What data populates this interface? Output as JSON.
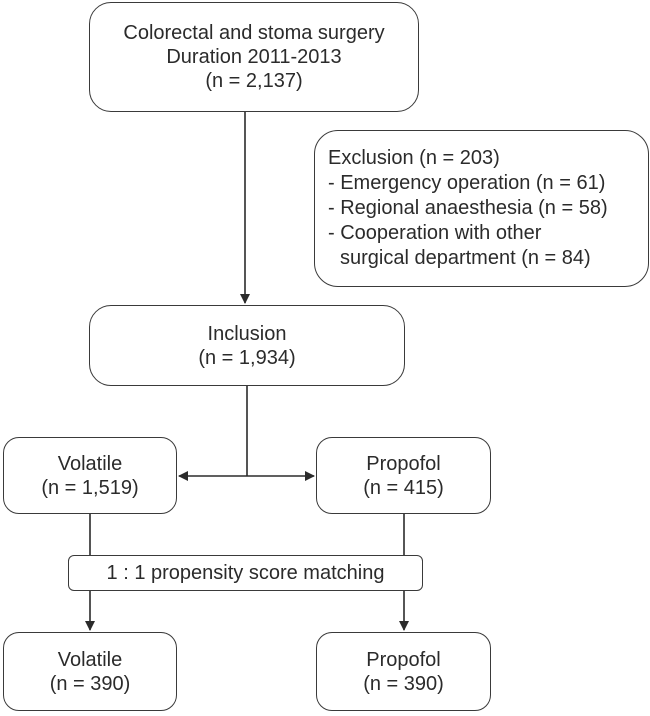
{
  "top": {
    "line1": "Colorectal and stoma surgery",
    "line2": "Duration 2011-2013",
    "line3": "(n = 2,137)"
  },
  "exclusion": {
    "title": "Exclusion (n = 203)",
    "items": [
      "- Emergency operation (n = 61)",
      "- Regional anaesthesia (n = 58)",
      "- Cooperation with other",
      "surgical department (n = 84)"
    ]
  },
  "inclusion": {
    "label": "Inclusion",
    "count": "(n = 1,934)"
  },
  "volatile_pre": {
    "label": "Volatile",
    "count": "(n = 1,519)"
  },
  "propofol_pre": {
    "label": "Propofol",
    "count": "(n = 415)"
  },
  "matching": {
    "label": "1 : 1 propensity score matching"
  },
  "volatile_post": {
    "label": "Volatile",
    "count": "(n = 390)"
  },
  "propofol_post": {
    "label": "Propofol",
    "count": "(n = 390)"
  }
}
